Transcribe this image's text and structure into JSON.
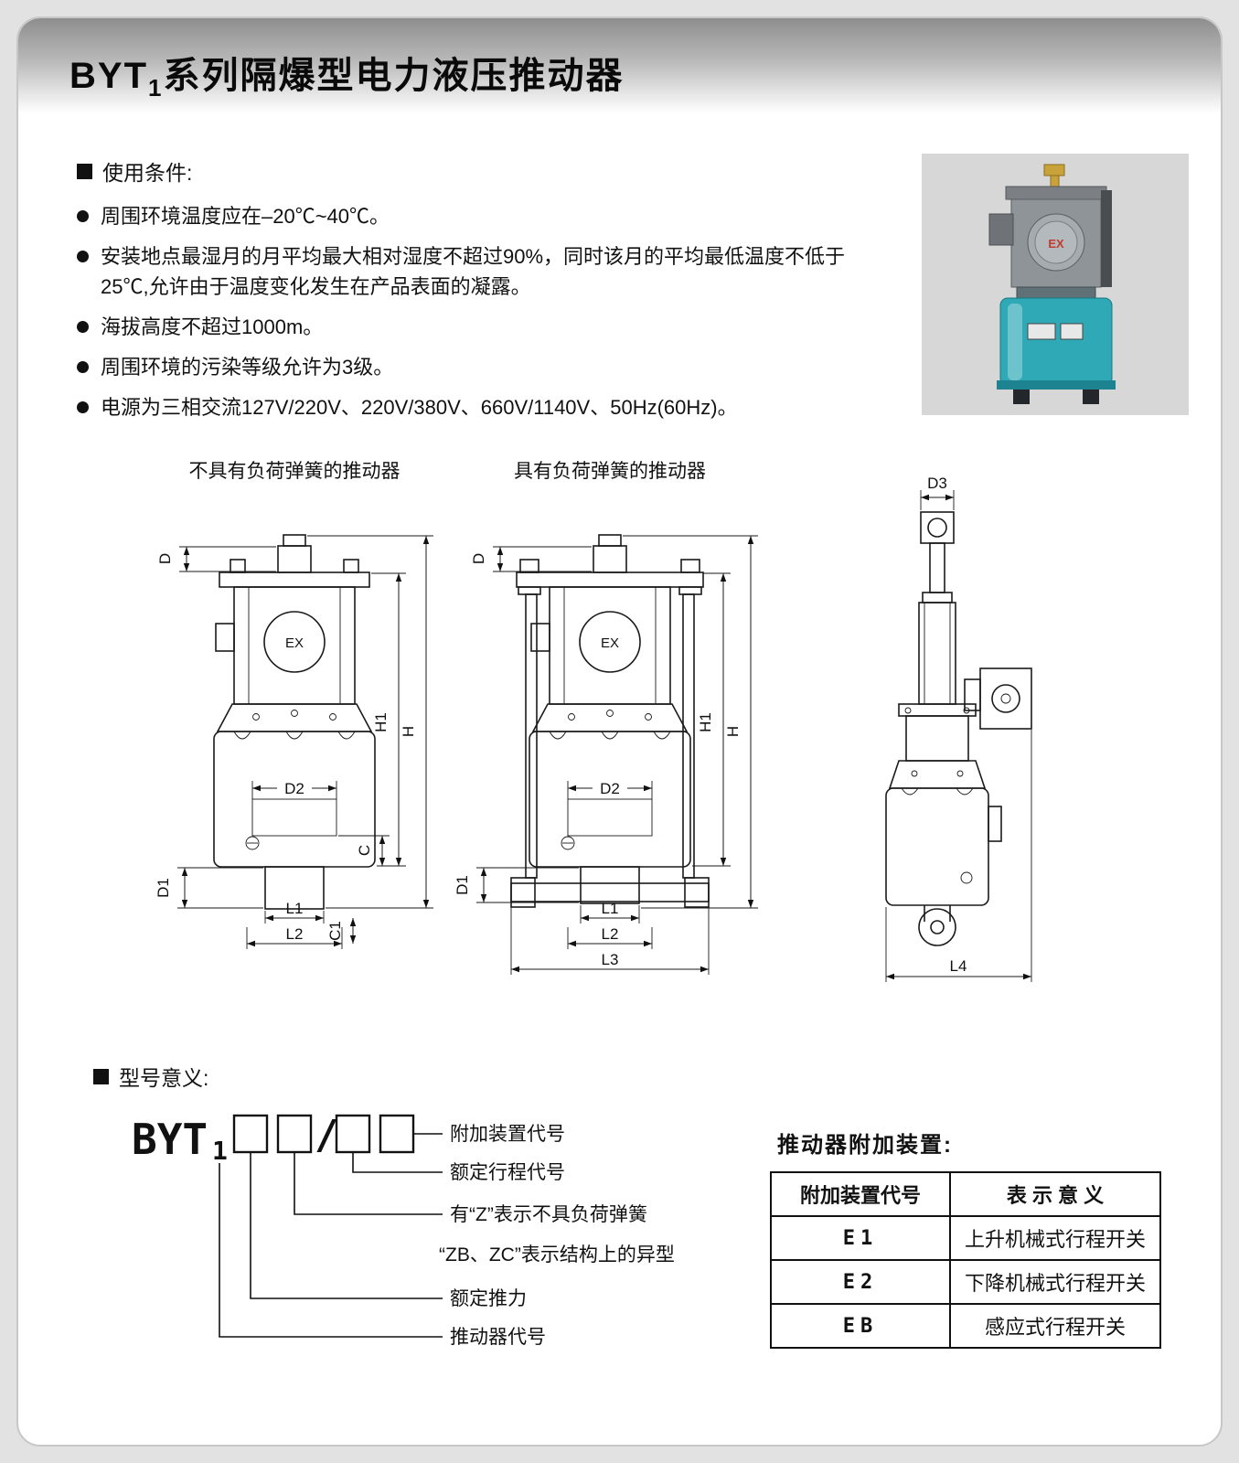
{
  "page": {
    "title": {
      "prefix": "BYT",
      "sub": "1",
      "rest": "系列隔爆型电力液压推动器"
    }
  },
  "conditions": {
    "heading": "使用条件:",
    "items": [
      "周围环境温度应在–20℃~40℃。",
      "安装地点最湿月的月平均最大相对湿度不超过90%，同时该月的平均最低温度不低于25℃,允许由于温度变化发生在产品表面的凝露。",
      "海拔高度不超过1000m。",
      "周围环境的污染等级允许为3级。",
      "电源为三相交流127V/220V、220V/380V、660V/1140V、50Hz(60Hz)。"
    ]
  },
  "photo": {
    "ex_label": "EX",
    "colors": {
      "body": "#2fa9b6",
      "rim": "#1d8391",
      "motor": "#8f9499"
    }
  },
  "drawings": {
    "captions": {
      "left": "不具有负荷弹簧的推动器",
      "right": "具有负荷弹簧的推动器"
    },
    "ex_label": "EX",
    "dims": {
      "d": "D",
      "h1": "H1",
      "h": "H",
      "d2": "D2",
      "c": "C",
      "c1": "C1",
      "d1": "D1",
      "l1": "L1",
      "l2": "L2",
      "l3": "L3",
      "l4": "L4",
      "d3": "D3"
    }
  },
  "model": {
    "heading": "型号意义:",
    "code_prefix": "BYT",
    "code_sub": "1",
    "slash": "/",
    "labels": {
      "attachment": "附加装置代号",
      "stroke": "额定行程代号",
      "z_note": "有“Z”表示不具负荷弹簧",
      "zbzc_note": "“ZB、ZC”表示结构上的异型",
      "thrust": "额定推力",
      "code": "推动器代号"
    }
  },
  "attachment_table": {
    "title": "推动器附加装置:",
    "headers": [
      "附加装置代号",
      "表 示 意 义"
    ],
    "rows": [
      {
        "code": "E1",
        "meaning": "上升机械式行程开关"
      },
      {
        "code": "E2",
        "meaning": "下降机械式行程开关"
      },
      {
        "code": "EB",
        "meaning": "感应式行程开关"
      }
    ]
  }
}
